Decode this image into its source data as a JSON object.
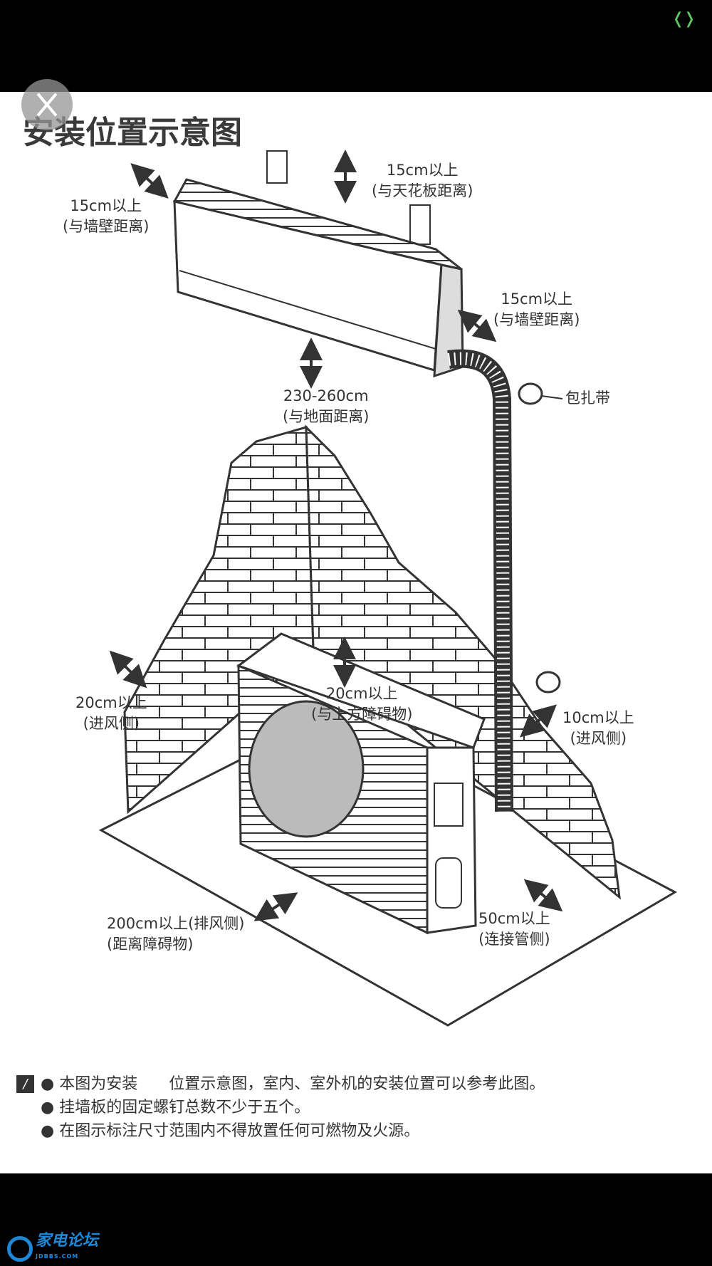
{
  "viewer": {
    "expand_icon": "expand-icon",
    "close_icon": "close-icon",
    "accent_color": "#5fc95f"
  },
  "diagram": {
    "title": "安装位置示意图",
    "labels": {
      "indoor_left_wall": [
        "15cm以上",
        "(与墙壁距离)"
      ],
      "indoor_ceiling": [
        "15cm以上",
        "(与天花板距离)"
      ],
      "indoor_right_wall": [
        "15cm以上",
        "(与墙壁距离)"
      ],
      "indoor_floor": [
        "230-260cm",
        "(与地面距离)"
      ],
      "tape": "包扎带",
      "outdoor_left_intake": [
        "20cm以上",
        "(进风侧)"
      ],
      "outdoor_top": [
        "20cm以上",
        "(与上方障碍物)"
      ],
      "outdoor_right_intake": [
        "10cm以上",
        "(进风侧)"
      ],
      "outdoor_exhaust": [
        "200cm以上(排风侧)",
        "(距离障碍物)"
      ],
      "outdoor_pipe_side": [
        "50cm以上",
        "(连接管侧)"
      ]
    }
  },
  "notes": [
    "本图为安装　　位置示意图，室内、室外机的安装位置可以参考此图。",
    "挂墙板的固定螺钉总数不少于五个。",
    "在图示标注尺寸范围内不得放置任何可燃物及火源。"
  ],
  "watermark": {
    "name": "家电论坛",
    "domain": "JDBBS.COM",
    "color": "#1e88d8"
  }
}
